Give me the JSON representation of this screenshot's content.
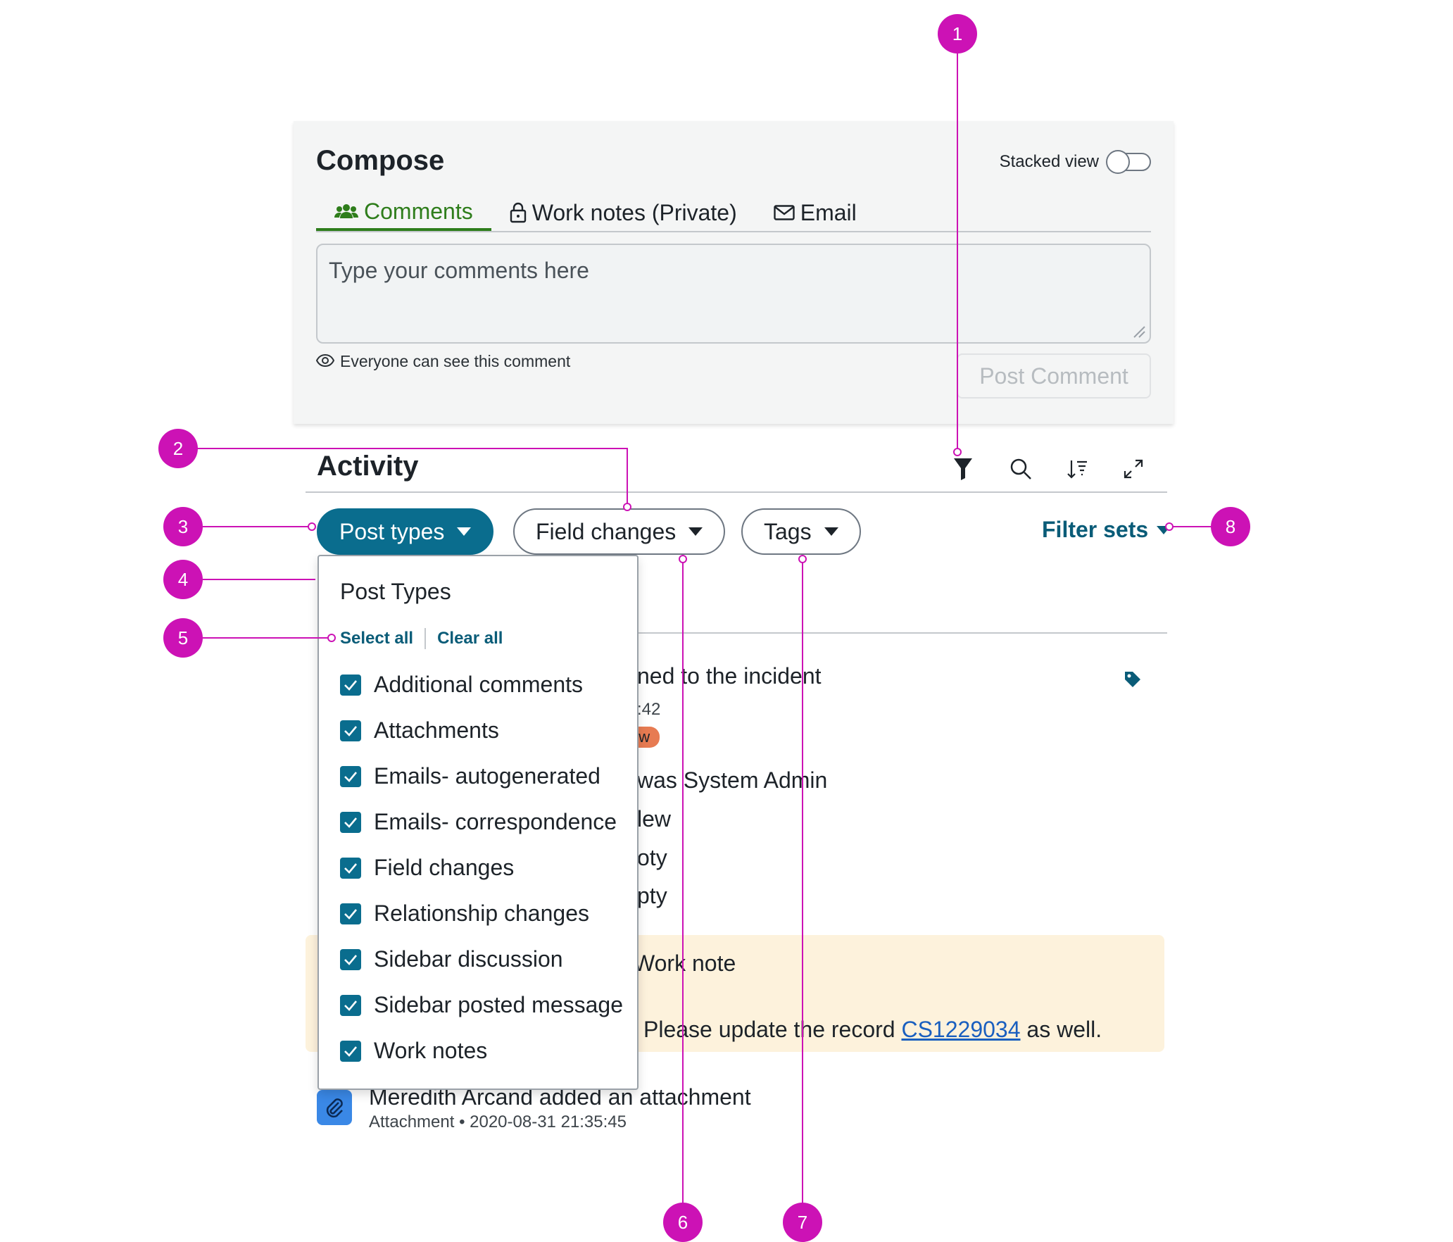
{
  "compose": {
    "title": "Compose",
    "stacked_view_label": "Stacked view",
    "stacked_view_on": false,
    "tabs": [
      {
        "label": "Comments",
        "icon": "users-icon",
        "active": true
      },
      {
        "label": "Work notes (Private)",
        "icon": "lock-icon",
        "active": false
      },
      {
        "label": "Email",
        "icon": "envelope-icon",
        "active": false
      }
    ],
    "placeholder": "Type your comments here",
    "visibility_note": "Everyone can see this comment",
    "post_button": "Post Comment"
  },
  "activity": {
    "title": "Activity",
    "toolbar_icons": [
      "filter-icon",
      "search-icon",
      "sort-icon",
      "expand-icon"
    ],
    "filters": {
      "post_types": "Post types",
      "field_changes": "Field changes",
      "tags": "Tags",
      "filter_sets": "Filter sets"
    }
  },
  "dropdown": {
    "title": "Post Types",
    "select_all": "Select all",
    "clear_all": "Clear all",
    "items": [
      {
        "label": "Additional comments",
        "checked": true
      },
      {
        "label": "Attachments",
        "checked": true
      },
      {
        "label": "Emails- autogenerated",
        "checked": true
      },
      {
        "label": "Emails- correspondence",
        "checked": true
      },
      {
        "label": "Field changes",
        "checked": true
      },
      {
        "label": "Relationship changes",
        "checked": true
      },
      {
        "label": "Sidebar discussion",
        "checked": true
      },
      {
        "label": "Sidebar posted message",
        "checked": true
      },
      {
        "label": "Work notes",
        "checked": true
      }
    ]
  },
  "feed": {
    "item1_title_fragment": "ned to the incident",
    "item1_time_fragment": ":42",
    "item1_chip_fragment": "ew",
    "item1_line1": "was System Admin",
    "item1_line2": "lew",
    "item1_line3": "oty",
    "item1_line4": "pty",
    "note_title_fragment": "Work note",
    "note_text_before": "Please update the record",
    "note_link": "CS1229034",
    "note_text_after": "as well.",
    "attachment_title": "Meredith Arcand added an attachment",
    "attachment_meta": "Attachment  •  2020-08-31 21:35:45"
  },
  "callouts": [
    "1",
    "2",
    "3",
    "4",
    "5",
    "6",
    "7",
    "8"
  ],
  "colors": {
    "accent": "#0a6d8e",
    "comments_green": "#2e7d1b",
    "callout_magenta": "#cc12b5",
    "note_bg": "#fdf2dc",
    "link": "#1a5fbf"
  }
}
